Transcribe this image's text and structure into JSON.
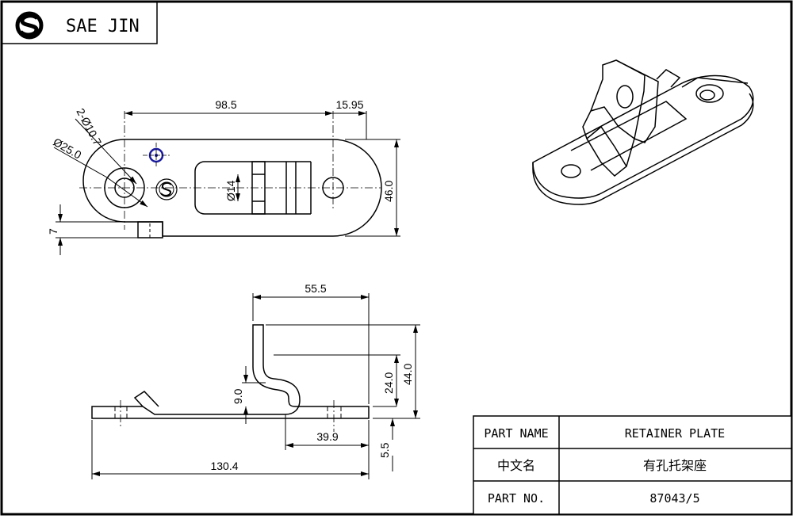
{
  "header": {
    "company": "SAE JIN"
  },
  "top_view_dims": {
    "length_center": "98.5",
    "end_offset": "15.95",
    "holes": "2-Ø10.7",
    "boss_dia": "Ø25.0",
    "slot_dia": "Ø14",
    "width": "46.0",
    "tab_height": "7"
  },
  "side_view_dims": {
    "bracket_span": "55.5",
    "height_total": "44.0",
    "height_mid": "24.0",
    "height_low": "9.0",
    "hole_offset": "39.9",
    "thickness": "5.5",
    "length": "130.4"
  },
  "title_block": {
    "part_name_label": "PART NAME",
    "part_name_value": "RETAINER PLATE",
    "chinese_name_label": "中文名",
    "chinese_name_value": "有孔托架座",
    "part_no_label": "PART NO.",
    "part_no_value": "87043/5"
  }
}
